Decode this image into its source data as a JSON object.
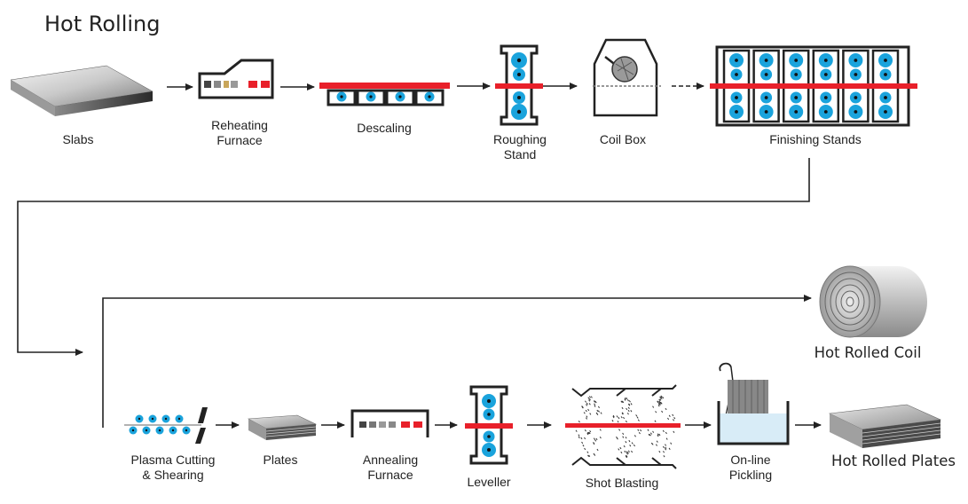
{
  "title": "Hot Rolling",
  "stages": {
    "slabs": "Slabs",
    "reheating_furnace": [
      "Reheating",
      "Furnace"
    ],
    "descaling": "Descaling",
    "roughing_stand": [
      "Roughing",
      "Stand"
    ],
    "coil_box": "Coil Box",
    "finishing_stands": "Finishing Stands",
    "hot_rolled_coil": "Hot Rolled Coil",
    "plasma_cutting": [
      "Plasma Cutting",
      "& Shearing"
    ],
    "plates": "Plates",
    "annealing_furnace": [
      "Annealing",
      "Furnace"
    ],
    "leveller": "Leveller",
    "shot_blasting": "Shot Blasting",
    "online_pickling": [
      "On-line",
      "Pickling"
    ],
    "hot_rolled_plates": "Hot Rolled Plates"
  },
  "colors": {
    "strip_red": "#e8202a",
    "roller_blue": "#1aa3dc",
    "pickling_liquid": "#d8ecf7"
  }
}
